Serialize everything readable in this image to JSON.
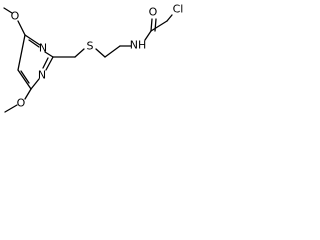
{
  "molecule": {
    "atoms": {
      "o_top": "O",
      "n_ring_top": "N",
      "s": "S",
      "nh": "NH",
      "o_carbonyl": "O",
      "cl": "Cl",
      "n_ring_bottom": "N",
      "o_bottom": "O"
    }
  }
}
